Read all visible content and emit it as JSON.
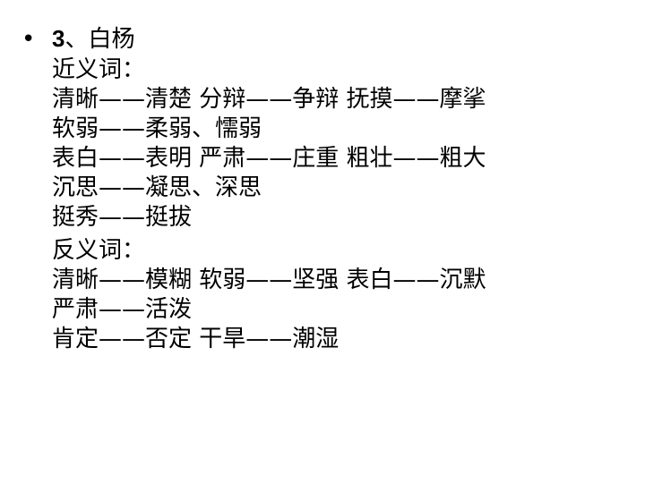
{
  "slide": {
    "bullet": "•",
    "number": "3",
    "title": "、白杨",
    "sections": [
      {
        "heading": "近义词：",
        "lines": [
          "清晰——清楚 分辩——争辩 抚摸——摩挲",
          "软弱——柔弱、懦弱",
          "表白——表明 严肃——庄重 粗壮——粗大",
          "沉思——凝思、深思",
          "挺秀——挺拔"
        ]
      },
      {
        "heading": "反义词：",
        "lines": [
          "清晰——模糊 软弱——坚强 表白——沉默",
          "严肃——活泼",
          "肯定——否定 干旱——潮湿"
        ]
      }
    ]
  }
}
